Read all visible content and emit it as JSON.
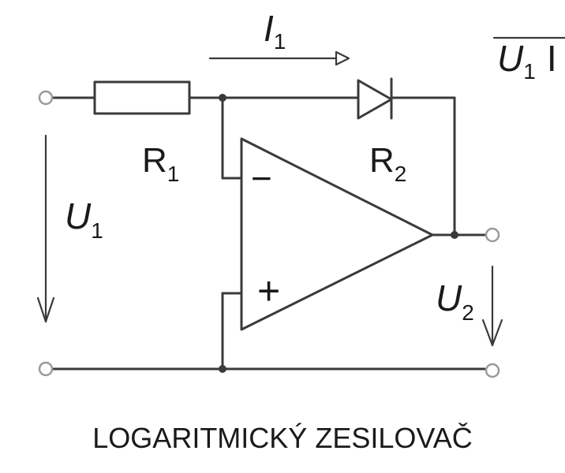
{
  "title": "LOGARITMICKÝ ZESILOVAČ",
  "labels": {
    "current": {
      "main": "I",
      "sub": "1"
    },
    "r1": {
      "main": "R",
      "sub": "1"
    },
    "r2": {
      "main": "R",
      "sub": "2"
    },
    "u1": {
      "main": "U",
      "sub": "1"
    },
    "u2": {
      "main": "U",
      "sub": "2"
    },
    "minus": "−",
    "plus": "+"
  },
  "corner_fragment": {
    "main": "U",
    "sub": "1",
    "tail": "I"
  },
  "colors": {
    "line": "#3a3a3a",
    "terminal": "#9a9a9a",
    "text": "#1a1a1a"
  }
}
